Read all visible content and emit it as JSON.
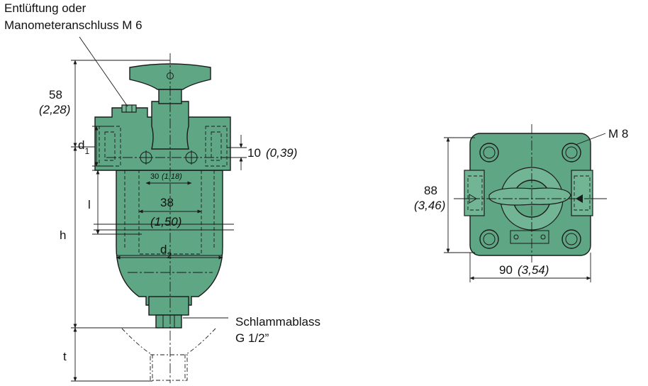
{
  "labels": {
    "vent_line1": "Entlüftung oder",
    "vent_line2": "Manometeranschluss M 6",
    "dim_58": "58",
    "dim_58_in": "(2,28)",
    "d1_base": "d",
    "d1_sub": "1",
    "dim_10": "10",
    "dim_10_in": "(0,39)",
    "dim_30": "30",
    "dim_30_in": "(1,18)",
    "l": "l",
    "dim_38": "38",
    "dim_38_in": "(1,50)",
    "h": "h",
    "d2_base": "d",
    "d2_sub": "2",
    "drain_line1": "Schlammablass",
    "drain_line2": "G 1/2”",
    "t": "t",
    "dim_88": "88",
    "dim_88_in": "(3,46)",
    "dim_90": "90",
    "dim_90_in": "(3,54)",
    "m8": "M 8"
  },
  "colors": {
    "body": "#5fa784",
    "body_light": "#72b594",
    "line": "#1a1a1a"
  }
}
